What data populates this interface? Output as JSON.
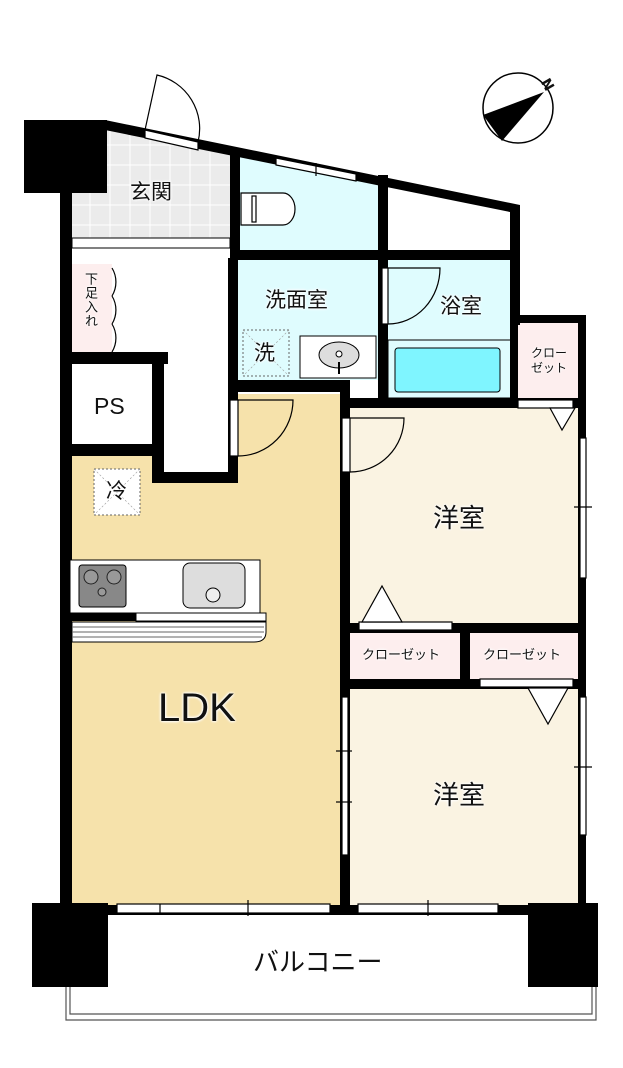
{
  "floorplan": {
    "colors": {
      "wall": "#000000",
      "ldk": "#f6e2ab",
      "western_room": "#faf3e2",
      "wet_area": "#dffcfe",
      "entrance_tile": "#ebebeb",
      "closet": "#fdeeee",
      "bathtub": "#7ff5ff"
    },
    "compass": {
      "label": "N"
    },
    "rooms": {
      "entrance": "玄関",
      "shoe_closet": "下足入れ",
      "ps": "PS",
      "washroom": "洗面室",
      "washer": "洗",
      "bath": "浴室",
      "bath_closet": "クローゼット",
      "fridge": "冷",
      "ldk": "LDK",
      "western_room_1": "洋室",
      "western_room_2": "洋室",
      "closet_left": "クローゼット",
      "closet_right": "クローゼット",
      "balcony": "バルコニー"
    },
    "bath_closet_lines": [
      "クロー",
      "ゼット"
    ]
  }
}
